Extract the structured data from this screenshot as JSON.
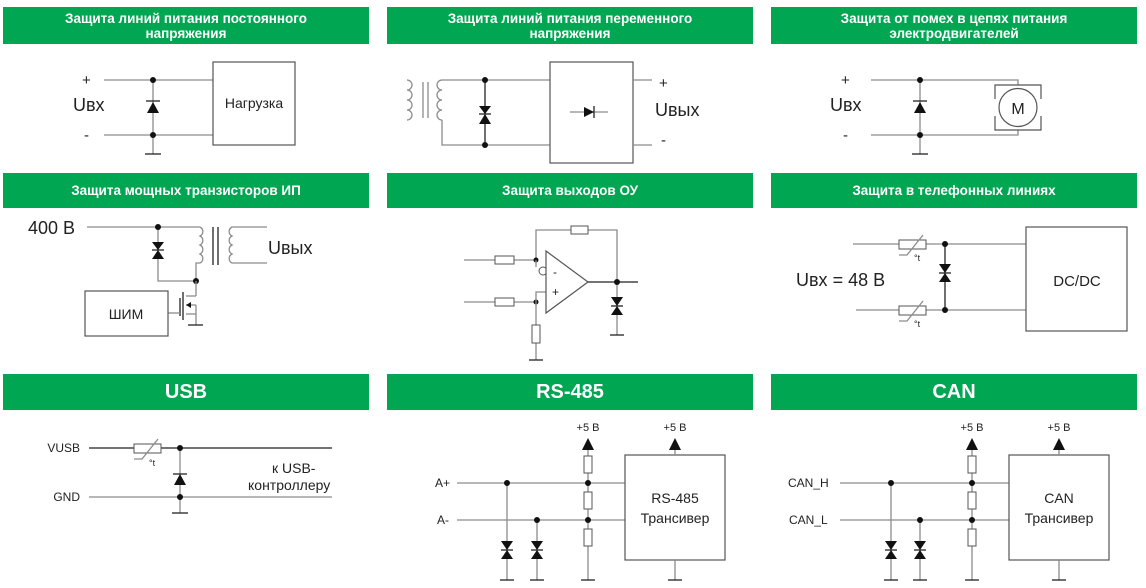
{
  "theme": {
    "header_bg": "#00a651",
    "header_text": "#ffffff",
    "wire": "#8c8c8c"
  },
  "panels": [
    {
      "title": "Защита линий питания постоянного\nнапряжения",
      "labels": {
        "plus": "+",
        "minus": "-",
        "uin": "Uвх",
        "load": "Нагрузка"
      }
    },
    {
      "title": "Защита линий питания переменного\nнапряжения",
      "labels": {
        "plus": "+",
        "minus": "-",
        "uout": "Uвых"
      }
    },
    {
      "title": "Защита от помех в цепях питания\nэлектродвигателей",
      "labels": {
        "plus": "+",
        "minus": "-",
        "uin": "Uвх",
        "motor": "M"
      }
    },
    {
      "title": "Защита мощных транзисторов ИП",
      "labels": {
        "voltage": "400 В",
        "uout": "Uвых",
        "pwm": "ШИМ"
      }
    },
    {
      "title": "Защита выходов ОУ",
      "labels": {
        "minus": "-",
        "plus": "+"
      }
    },
    {
      "title": "Защита в телефонных линиях",
      "labels": {
        "uin": "Uвх =  48 В",
        "dcdc": "DC/DC",
        "temp": "°t"
      }
    },
    {
      "title": "USB",
      "labels": {
        "vusb": "VUSB",
        "gnd": "GND",
        "dest_line1": "к USB-",
        "dest_line2": "контроллеру",
        "temp": "°t"
      }
    },
    {
      "title": "RS-485",
      "labels": {
        "a_plus": "A+",
        "a_minus": "A-",
        "vcc1": "+5 В",
        "vcc2": "+5 В",
        "chip_line1": "RS-485",
        "chip_line2": "Трансивер"
      }
    },
    {
      "title": "CAN",
      "labels": {
        "can_h": "CAN_H",
        "can_l": "CAN_L",
        "vcc1": "+5 В",
        "vcc2": "+5 В",
        "chip_line1": "CAN",
        "chip_line2": "Трансивер"
      }
    }
  ]
}
